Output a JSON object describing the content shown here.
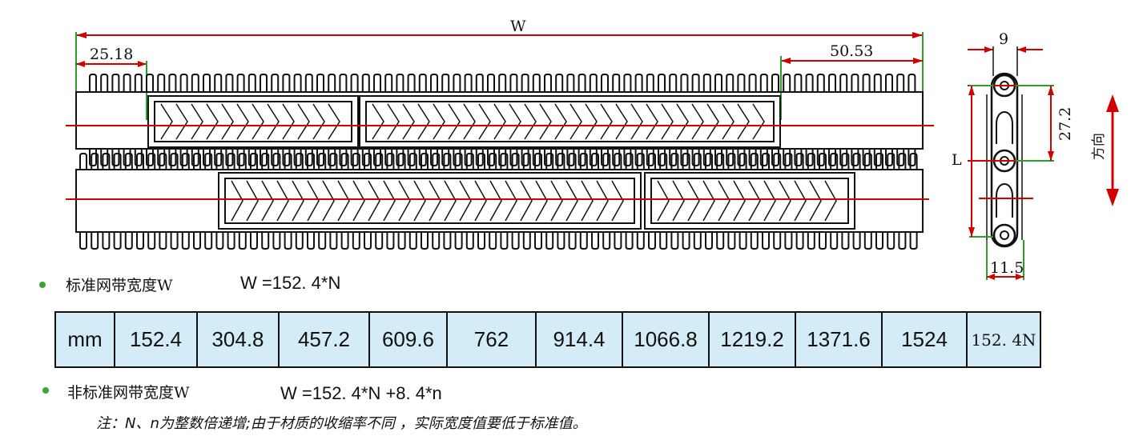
{
  "drawing": {
    "dim_width_label": "W",
    "dim_left_offset": "25.18",
    "dim_right_offset": "50.53",
    "side_pitch_top": "9",
    "side_height": "27.2",
    "side_length_label": "L",
    "side_bottom_width": "11.5",
    "direction_label": "方向",
    "colors": {
      "dimension": "#d40000",
      "extension": "#2aa02a",
      "outline": "#111111"
    }
  },
  "standard": {
    "label": "标准网带宽度W",
    "formula": "W  =152. 4*N"
  },
  "table": {
    "cells": [
      "mm",
      "152.4",
      "304.8",
      "457.2",
      "609.6",
      "762",
      "914.4",
      "1066.8",
      "1219.2",
      "1371.6",
      "1524",
      "152. 4N"
    ]
  },
  "nonstandard": {
    "label": "非标准网带宽度W",
    "formula": "W  =152. 4*N +8. 4*n"
  },
  "note": "注：N、n为整数倍递增;由于材质的收缩率不同 ，实际宽度值要低于标准值。"
}
